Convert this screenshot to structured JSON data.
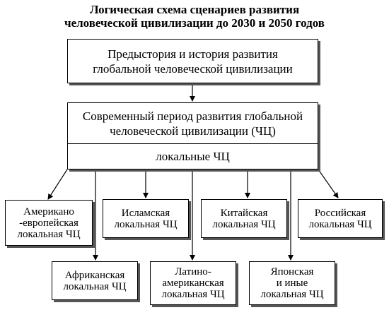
{
  "title": {
    "line1": "Логическая схема сценариев развития",
    "line2": "человеческой цивилизации до 2030 и 2050 годов"
  },
  "top_box": {
    "line1": "Предыстория и история развития",
    "line2": "глобальной человеческой цивилизации"
  },
  "mid_box": {
    "line1": "Современный период развития глобальной",
    "line2": "человеческой цивилизации (ЧЦ)",
    "sub": "локальные ЧЦ"
  },
  "regions": {
    "american": {
      "line1": "Американо",
      "line2": "-европейская",
      "line3": "локальная ЧЦ"
    },
    "islamic": {
      "line1": "Исламская",
      "line2": "локальная ЧЦ"
    },
    "chinese": {
      "line1": "Китайская",
      "line2": "локальная ЧЦ"
    },
    "russian": {
      "line1": "Российская",
      "line2": "локальная ЧЦ"
    },
    "african": {
      "line1": "Африканская",
      "line2": "локальная ЧЦ"
    },
    "latin": {
      "line1": "Латино-",
      "line2": "американская",
      "line3": "локальная ЧЦ"
    },
    "japanese": {
      "line1": "Японская",
      "line2": "и иные",
      "line3": "локальная ЧЦ"
    }
  }
}
